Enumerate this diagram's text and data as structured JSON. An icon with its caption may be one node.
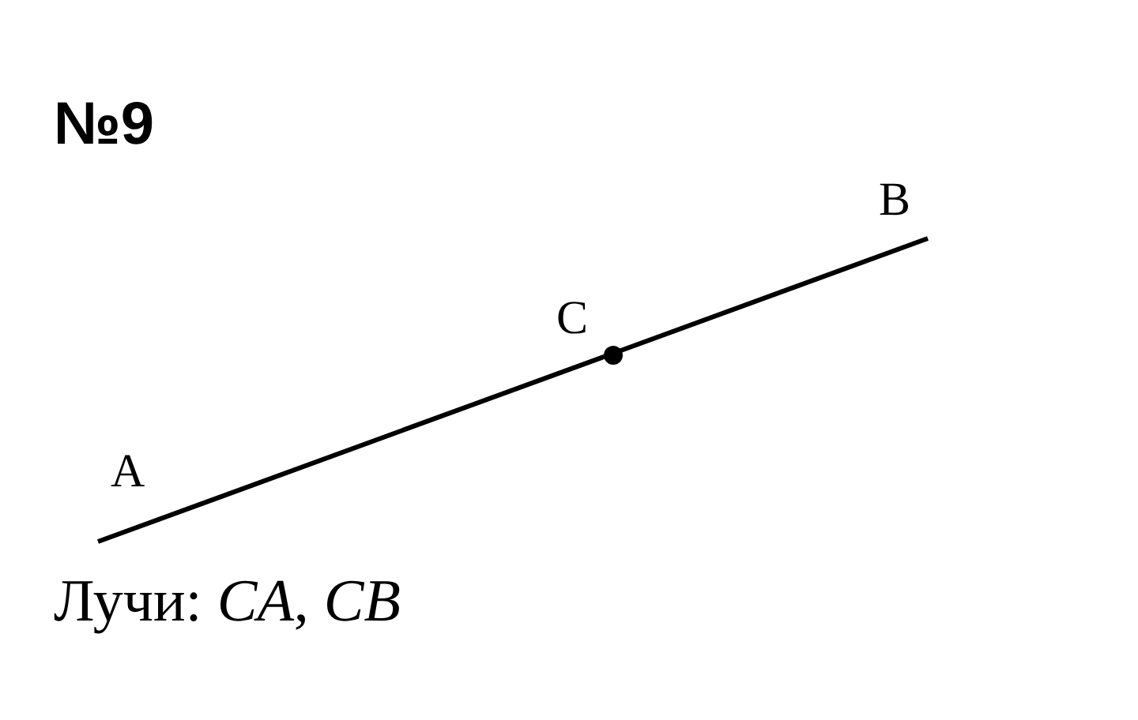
{
  "diagram": {
    "title": "№9",
    "labels": [
      "B",
      "C",
      "A",
      "Лучи: *CA*, *CB*"
    ]
  }
}
